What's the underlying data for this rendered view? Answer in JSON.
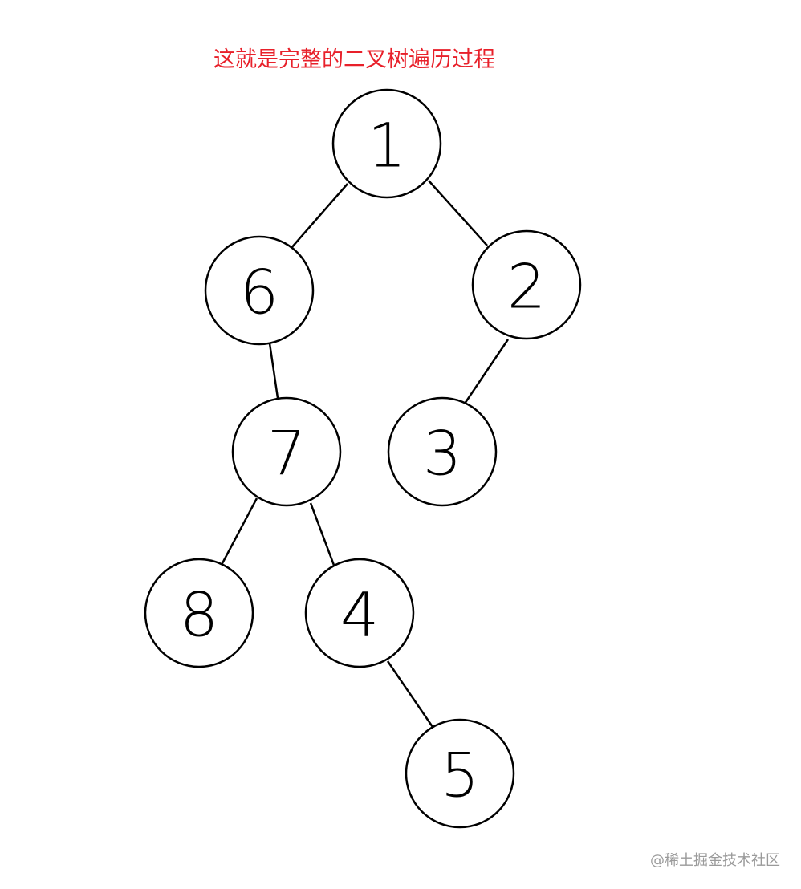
{
  "caption": "这就是完整的二叉树遍历过程",
  "watermark": "@稀土掘金技术社区",
  "colors": {
    "caption": "#e8202a",
    "watermark": "#9a9a9a",
    "stroke": "#000000"
  },
  "tree": {
    "root": "1",
    "nodes": [
      {
        "id": "n1",
        "label": "1"
      },
      {
        "id": "n6",
        "label": "6"
      },
      {
        "id": "n2",
        "label": "2"
      },
      {
        "id": "n7",
        "label": "7"
      },
      {
        "id": "n3",
        "label": "3"
      },
      {
        "id": "n8",
        "label": "8"
      },
      {
        "id": "n4",
        "label": "4"
      },
      {
        "id": "n5",
        "label": "5"
      }
    ],
    "edges": [
      {
        "from": "1",
        "to": "6",
        "side": "left"
      },
      {
        "from": "1",
        "to": "2",
        "side": "right"
      },
      {
        "from": "6",
        "to": "7",
        "side": "right"
      },
      {
        "from": "2",
        "to": "3",
        "side": "left"
      },
      {
        "from": "7",
        "to": "8",
        "side": "left"
      },
      {
        "from": "7",
        "to": "4",
        "side": "right"
      },
      {
        "from": "4",
        "to": "5",
        "side": "right"
      }
    ]
  }
}
